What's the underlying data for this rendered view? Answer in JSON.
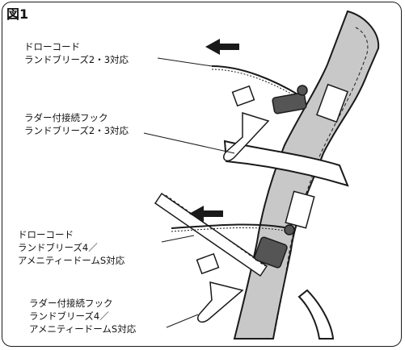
{
  "figure": {
    "title": "図1"
  },
  "labels": [
    {
      "lines": [
        "ドローコード",
        "ランドブリーズ2・3対応"
      ]
    },
    {
      "lines": [
        "ラダー付接続フック",
        "ランドブリーズ2・3対応"
      ]
    },
    {
      "lines": [
        "ドローコード",
        "ランドブリーズ4／",
        "アメニティードームS対応"
      ]
    },
    {
      "lines": [
        "ラダー付接続フック",
        "ランドブリーズ4／",
        "アメニティードームS対応"
      ]
    }
  ],
  "colors": {
    "ink": "#1a1a1a",
    "strap_fill": "#c8c8c8",
    "buckle": "#555555",
    "pad": "#ffffff"
  }
}
